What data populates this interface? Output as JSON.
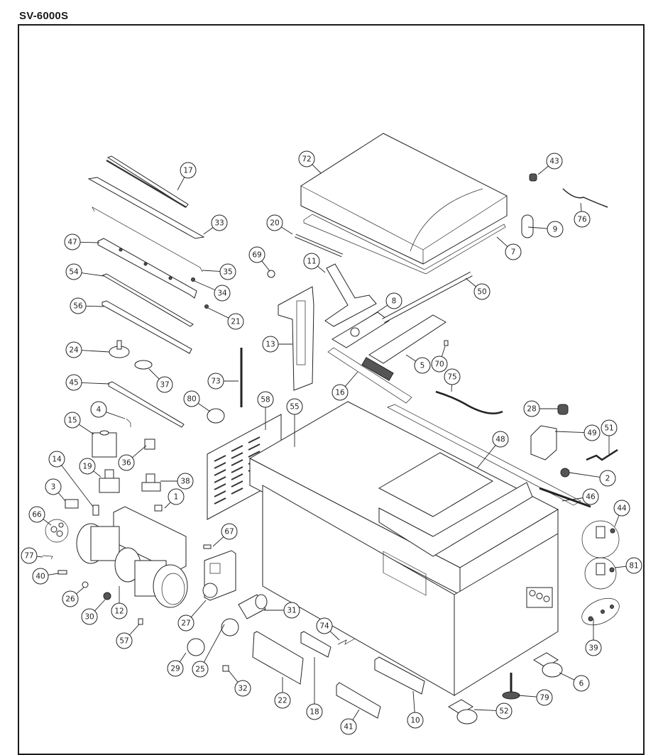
{
  "title": "SV-6000S",
  "diagram": {
    "type": "exploded-parts-diagram",
    "callouts": [
      {
        "id": "17"
      },
      {
        "id": "33"
      },
      {
        "id": "47"
      },
      {
        "id": "35"
      },
      {
        "id": "54"
      },
      {
        "id": "34"
      },
      {
        "id": "56"
      },
      {
        "id": "21"
      },
      {
        "id": "24"
      },
      {
        "id": "37"
      },
      {
        "id": "45"
      },
      {
        "id": "4"
      },
      {
        "id": "15"
      },
      {
        "id": "36"
      },
      {
        "id": "14"
      },
      {
        "id": "19"
      },
      {
        "id": "38"
      },
      {
        "id": "3"
      },
      {
        "id": "1"
      },
      {
        "id": "66"
      },
      {
        "id": "77"
      },
      {
        "id": "40"
      },
      {
        "id": "26"
      },
      {
        "id": "30"
      },
      {
        "id": "12"
      },
      {
        "id": "57"
      },
      {
        "id": "67"
      },
      {
        "id": "27"
      },
      {
        "id": "29"
      },
      {
        "id": "25"
      },
      {
        "id": "32"
      },
      {
        "id": "31"
      },
      {
        "id": "22"
      },
      {
        "id": "18"
      },
      {
        "id": "74"
      },
      {
        "id": "41"
      },
      {
        "id": "10"
      },
      {
        "id": "72"
      },
      {
        "id": "20"
      },
      {
        "id": "69"
      },
      {
        "id": "11"
      },
      {
        "id": "13"
      },
      {
        "id": "8"
      },
      {
        "id": "5"
      },
      {
        "id": "70"
      },
      {
        "id": "50"
      },
      {
        "id": "7"
      },
      {
        "id": "9"
      },
      {
        "id": "43"
      },
      {
        "id": "76"
      },
      {
        "id": "73"
      },
      {
        "id": "80"
      },
      {
        "id": "58"
      },
      {
        "id": "55"
      },
      {
        "id": "16"
      },
      {
        "id": "75"
      },
      {
        "id": "28"
      },
      {
        "id": "49"
      },
      {
        "id": "51"
      },
      {
        "id": "2"
      },
      {
        "id": "48"
      },
      {
        "id": "46"
      },
      {
        "id": "44"
      },
      {
        "id": "81"
      },
      {
        "id": "39"
      },
      {
        "id": "6"
      },
      {
        "id": "79"
      },
      {
        "id": "52"
      }
    ]
  }
}
